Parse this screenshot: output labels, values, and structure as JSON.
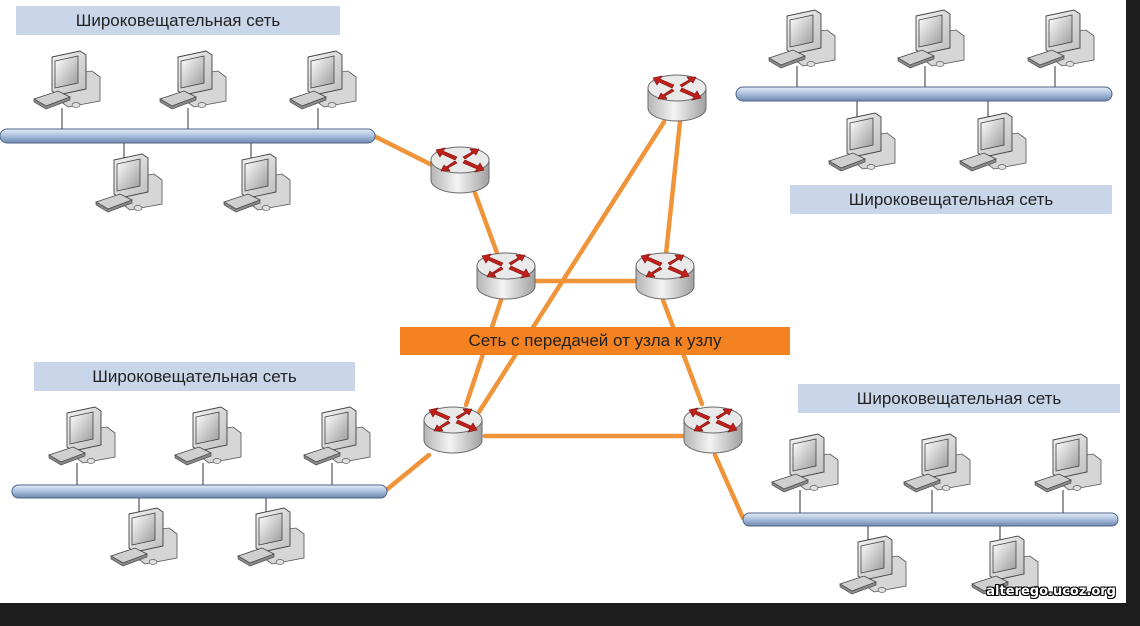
{
  "lan_label_text": "Широковещательная сеть",
  "lans": [
    {
      "id": "lan-top-left",
      "label": "Широковещательная сеть"
    },
    {
      "id": "lan-top-right",
      "label": "Широковещательная сеть"
    },
    {
      "id": "lan-bottom-left",
      "label": "Широковещательная сеть"
    },
    {
      "id": "lan-bottom-right",
      "label": "Широковещательная сеть"
    }
  ],
  "core_network_label": "Сеть с передачей от узла к узлу",
  "watermark": "alterego.ucoz.org",
  "colors": {
    "link": "#f0943a",
    "label_bg": "#c9d6ea",
    "core_label_bg": "#f58220",
    "bus": "#aabfdc",
    "router_arrow": "#c0201a"
  },
  "icons": [
    "computer-icon",
    "router-icon"
  ]
}
